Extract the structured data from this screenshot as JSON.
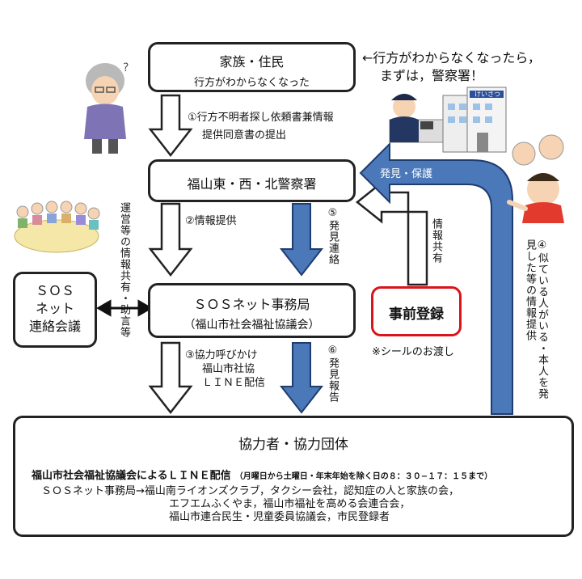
{
  "family_box": {
    "title": "家族・住民",
    "subtitle": "行方がわからなくなった"
  },
  "note_police": {
    "line1": "←行方がわからなくなったら，",
    "line2": "まずは，警察署！"
  },
  "step1": {
    "line1": "①行方不明者探し依頼書兼情報",
    "line2": "提供同意書の提出"
  },
  "police_box": {
    "title": "福山東・西・北警察署"
  },
  "discovery_label": "発見・保護",
  "step2": "②情報提供",
  "step5": "⑤発見連絡",
  "info_share": "情報共有",
  "sos_council": {
    "line1": "ＳＯＳ",
    "line2": "ネット",
    "line3": "連絡会議"
  },
  "advice_label": "運営等の情報共有・助言等",
  "office_box": {
    "title": "ＳＯＳネット事務局",
    "subtitle": "（福山市社会福祉協議会）"
  },
  "preregister_box": {
    "title": "事前登録",
    "note": "※シールのお渡し"
  },
  "step4": "④似ている人がいる・本人を発見した等の情報提供",
  "step3": {
    "line1": "③協力呼びかけ",
    "line2": "福山市社協",
    "line3": "ＬＩＮＥ配信"
  },
  "step6": "⑥発見報告",
  "partners_box": {
    "title": "協力者・協力団体",
    "line_title": "福山市社会福祉協議会によるＬＩＮＥ配信",
    "line_hours": "（月曜日から土曜日・年末年始を除く日の８：３０−１７：１５まで）",
    "members": [
      "ＳＯＳネット事務局→福山南ライオンズクラブ，タクシー会社，認知症の人と家族の会，",
      "エフエムふくやま，福山市福祉を高める会連合会，",
      "福山市連合民生・児童委員協議会，市民登録者"
    ]
  },
  "building_sign": "けいさつ",
  "colors": {
    "blue_arrow": "#4a78b8",
    "red_border": "#d9141b",
    "box_border": "#222222"
  }
}
